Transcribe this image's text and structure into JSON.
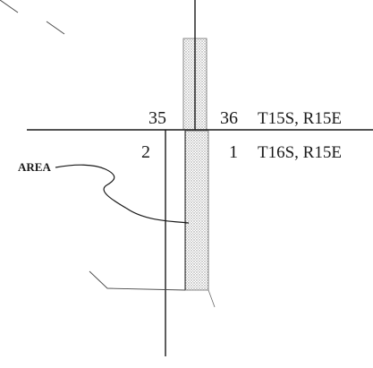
{
  "labels": {
    "section_35": "35",
    "section_36": "36",
    "section_2": "2",
    "section_1": "1",
    "township_north": "T15S, R15E",
    "township_south": "T16S, R15E",
    "area": "AREA"
  },
  "colors": {
    "line": "#1a1a1a",
    "hatch": "#8c8c8c",
    "background": "#ffffff"
  }
}
